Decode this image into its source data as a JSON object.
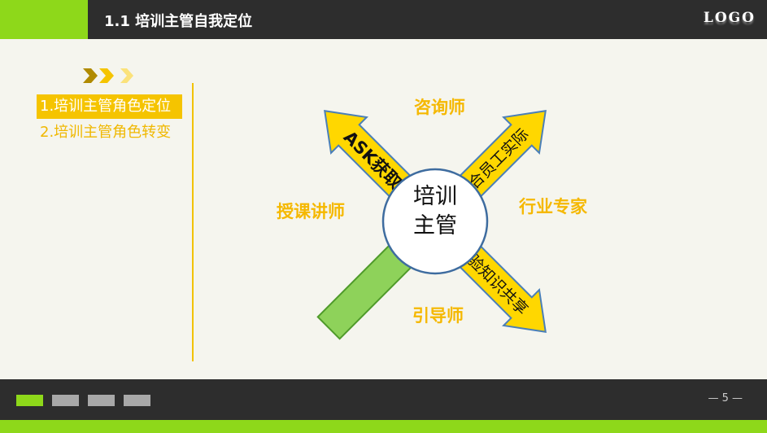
{
  "header": {
    "title": "1.1 培训主管自我定位",
    "logo": "LOGO"
  },
  "sidebar": {
    "items": [
      {
        "label": "1.培训主管角色定位",
        "active": true
      },
      {
        "label": "2.培训主管角色转变",
        "active": false
      }
    ]
  },
  "diagram": {
    "center": [
      "培训",
      "主管"
    ],
    "arrows": {
      "upper_left": "ASK获取",
      "upper_right": "结合员工实际",
      "lower_right": "经验知识共享"
    },
    "roles": {
      "top": "咨询师",
      "left": "授课讲师",
      "right": "行业专家",
      "bottom": "引导师"
    }
  },
  "footer": {
    "page": "— 5 —"
  },
  "colors": {
    "accent_green": "#8ed81a",
    "accent_yellow": "#f5c400",
    "dark_bar": "#2d2d2d",
    "label_orange": "#f5b800"
  }
}
